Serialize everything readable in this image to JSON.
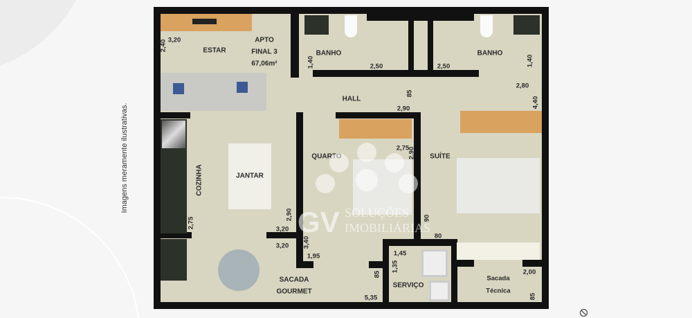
{
  "side_note": "Imagens meramente ilustrativas.",
  "watermark": {
    "logo": "GV",
    "line1": "SOLUÇÕES",
    "line2": "IMOBILIÁRIAS"
  },
  "unit": {
    "line1": "APTO",
    "line2": "FINAL 3",
    "area": "67,06m²"
  },
  "rooms": {
    "estar": "ESTAR",
    "banho_left": "BANHO",
    "banho_right": "BANHO",
    "hall": "HALL",
    "quarto": "QUARTO",
    "suite": "SUÍTE",
    "jantar": "JANTAR",
    "cozinha": "COZINHA",
    "sacada_gourmet_1": "SACADA",
    "sacada_gourmet_2": "GOURMET",
    "servico": "SERVIÇO",
    "sacada_tecnica_1": "Sacada",
    "sacada_tecnica_2": "Técnica"
  },
  "dimensions": [
    "3,20",
    "2,40",
    "1,40",
    "2,50",
    "2,50",
    "1,40",
    "2,80",
    "4,40",
    "85",
    "2,90",
    "2,75",
    "2,90",
    "2,90",
    "3,20",
    "3,20",
    "3,40",
    "1,95",
    "2,75",
    "1,45",
    "1,35",
    "85",
    "5,35",
    "80",
    "90",
    "2,00",
    "85"
  ],
  "colors": {
    "wall": "#111111",
    "floor": "#d8d5c1",
    "wood": "#d9a25f",
    "counter": "#2c3129"
  },
  "icons": [
    "no-symbol-icon"
  ]
}
